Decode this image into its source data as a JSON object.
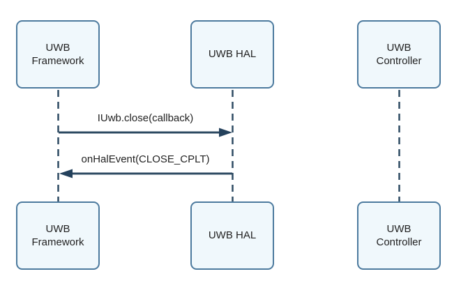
{
  "diagram": {
    "type": "sequence-diagram",
    "actors": [
      {
        "id": "uwb-framework",
        "label": "UWB Framework"
      },
      {
        "id": "uwb-hal",
        "label": "UWB HAL"
      },
      {
        "id": "uwb-controller",
        "label": "UWB Controller"
      }
    ],
    "messages": [
      {
        "label": "IUwb.close(callback)",
        "from": "UWB Framework",
        "to": "UWB HAL",
        "direction": "right",
        "line_style": "solid",
        "arrowhead": "filled-triangle"
      },
      {
        "label": "onHalEvent(CLOSE_CPLT)",
        "from": "UWB HAL",
        "to": "UWB Framework",
        "direction": "left",
        "line_style": "solid",
        "arrowhead": "filled-triangle"
      }
    ],
    "lifeline_style": "dashed",
    "colors": {
      "background": "#ffffff",
      "box_fill": "#f0f8fc",
      "box_border": "#4c7a9e",
      "line": "#2d4a62",
      "text": "#222222"
    }
  }
}
